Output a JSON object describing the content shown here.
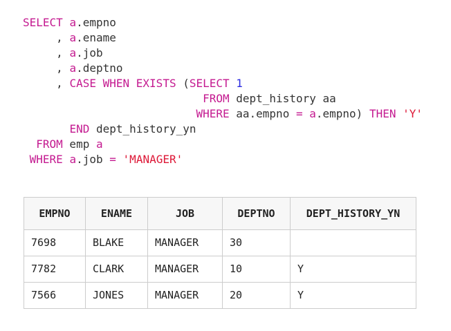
{
  "colors": {
    "keyword": "#c41a90",
    "alias": "#c41a90",
    "plain": "#333333",
    "number": "#2a2ae0",
    "string": "#dd1736",
    "table_border": "#cccccc",
    "table_header_bg": "#f7f7f7"
  },
  "code": {
    "language": "sql",
    "lines": [
      [
        {
          "t": "SELECT",
          "c": "kw"
        },
        {
          "t": " ",
          "c": "pl"
        },
        {
          "t": "a",
          "c": "al"
        },
        {
          "t": ".empno",
          "c": "pl"
        }
      ],
      [
        {
          "t": "     , ",
          "c": "pl"
        },
        {
          "t": "a",
          "c": "al"
        },
        {
          "t": ".ename",
          "c": "pl"
        }
      ],
      [
        {
          "t": "     , ",
          "c": "pl"
        },
        {
          "t": "a",
          "c": "al"
        },
        {
          "t": ".job",
          "c": "pl"
        }
      ],
      [
        {
          "t": "     , ",
          "c": "pl"
        },
        {
          "t": "a",
          "c": "al"
        },
        {
          "t": ".deptno",
          "c": "pl"
        }
      ],
      [
        {
          "t": "     , ",
          "c": "pl"
        },
        {
          "t": "CASE",
          "c": "kw"
        },
        {
          "t": " ",
          "c": "pl"
        },
        {
          "t": "WHEN",
          "c": "kw"
        },
        {
          "t": " ",
          "c": "pl"
        },
        {
          "t": "EXISTS",
          "c": "kw"
        },
        {
          "t": " (",
          "c": "pl"
        },
        {
          "t": "SELECT",
          "c": "kw"
        },
        {
          "t": " ",
          "c": "pl"
        },
        {
          "t": "1",
          "c": "num"
        }
      ],
      [
        {
          "t": "                           ",
          "c": "pl"
        },
        {
          "t": "FROM",
          "c": "kw"
        },
        {
          "t": " dept_history aa",
          "c": "pl"
        }
      ],
      [
        {
          "t": "                          ",
          "c": "pl"
        },
        {
          "t": "WHERE",
          "c": "kw"
        },
        {
          "t": " aa.empno ",
          "c": "pl"
        },
        {
          "t": "=",
          "c": "kw"
        },
        {
          "t": " ",
          "c": "pl"
        },
        {
          "t": "a",
          "c": "al"
        },
        {
          "t": ".empno) ",
          "c": "pl"
        },
        {
          "t": "THEN",
          "c": "kw"
        },
        {
          "t": " ",
          "c": "pl"
        },
        {
          "t": "'Y'",
          "c": "str"
        }
      ],
      [
        {
          "t": "       ",
          "c": "pl"
        },
        {
          "t": "END",
          "c": "kw"
        },
        {
          "t": " dept_history_yn",
          "c": "pl"
        }
      ],
      [
        {
          "t": "  ",
          "c": "pl"
        },
        {
          "t": "FROM",
          "c": "kw"
        },
        {
          "t": " emp ",
          "c": "pl"
        },
        {
          "t": "a",
          "c": "al"
        }
      ],
      [
        {
          "t": " ",
          "c": "pl"
        },
        {
          "t": "WHERE",
          "c": "kw"
        },
        {
          "t": " ",
          "c": "pl"
        },
        {
          "t": "a",
          "c": "al"
        },
        {
          "t": ".job ",
          "c": "pl"
        },
        {
          "t": "=",
          "c": "kw"
        },
        {
          "t": " ",
          "c": "pl"
        },
        {
          "t": "'MANAGER'",
          "c": "str"
        }
      ]
    ]
  },
  "table": {
    "headers": [
      "EMPNO",
      "ENAME",
      "JOB",
      "DEPTNO",
      "DEPT_HISTORY_YN"
    ],
    "rows": [
      [
        "7698",
        "BLAKE",
        "MANAGER",
        "30",
        ""
      ],
      [
        "7782",
        "CLARK",
        "MANAGER",
        "10",
        "Y"
      ],
      [
        "7566",
        "JONES",
        "MANAGER",
        "20",
        "Y"
      ]
    ]
  }
}
